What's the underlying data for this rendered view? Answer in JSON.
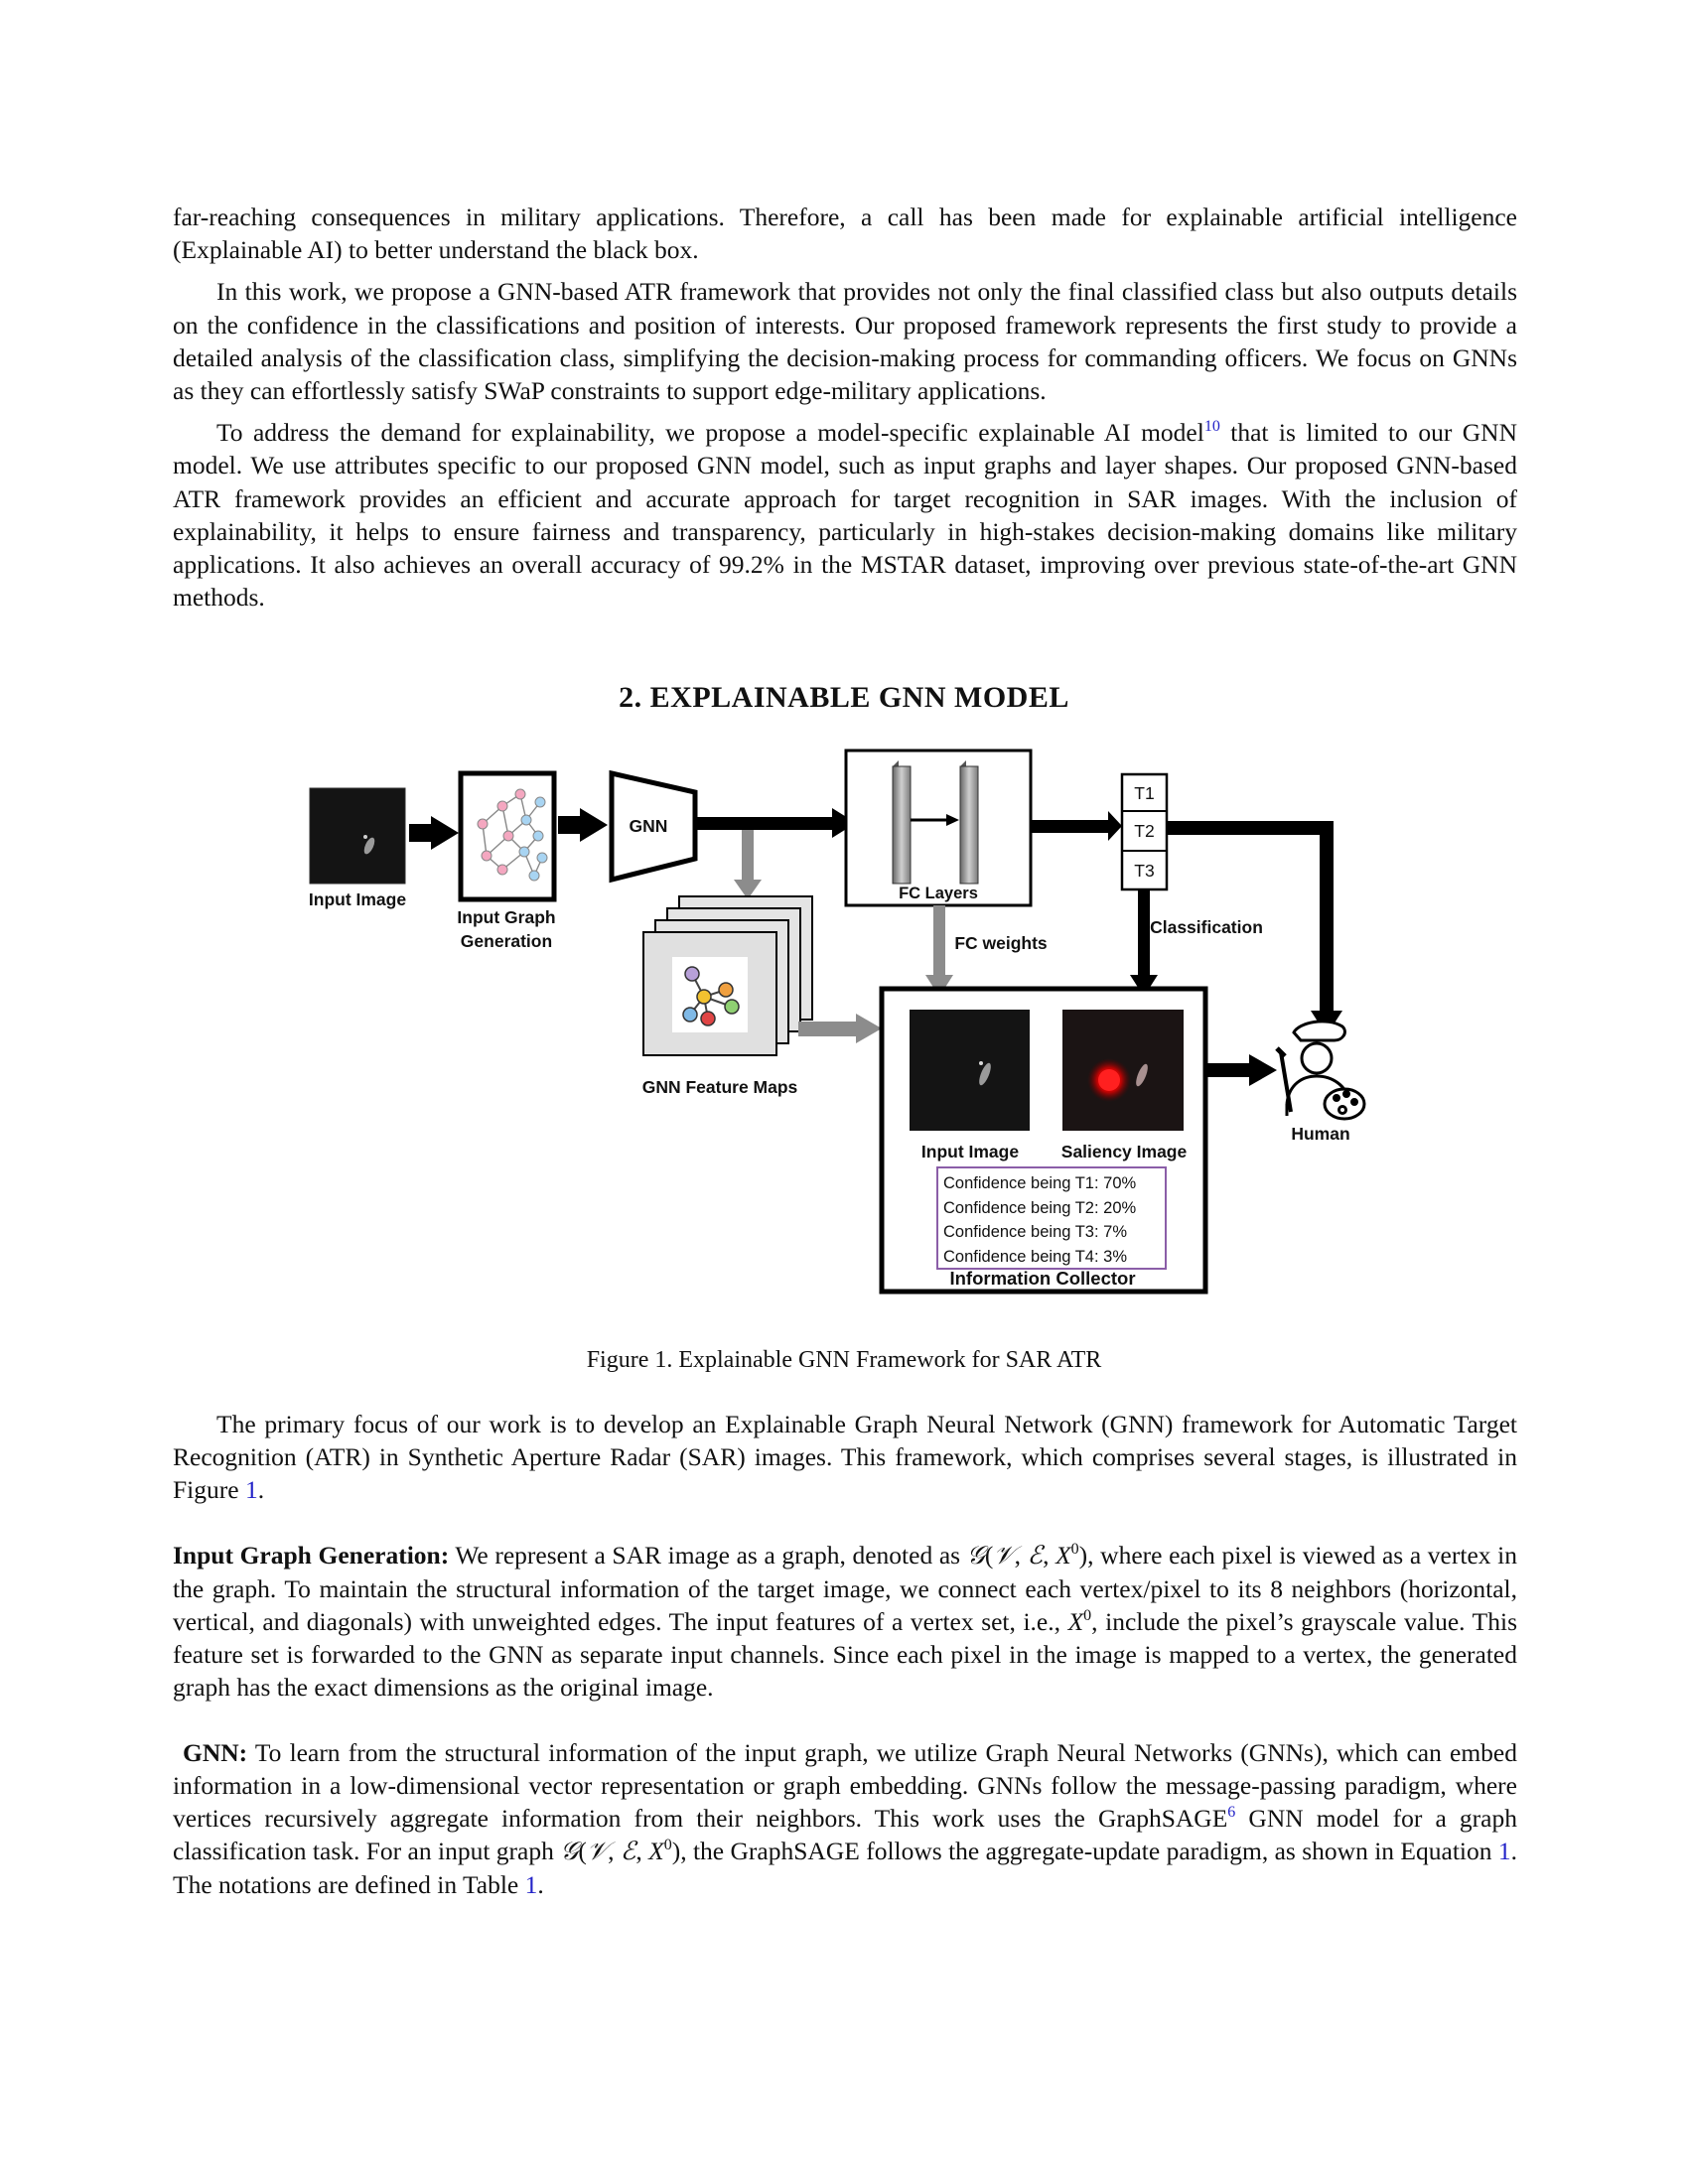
{
  "paragraphs": {
    "p1": "far-reaching consequences in military applications. Therefore, a call has been made for explainable artificial intelligence (Explainable AI) to better understand the black box.",
    "p2": "In this work, we propose a GNN-based ATR framework that provides not only the final classified class but also outputs details on the confidence in the classifications and position of interests. Our proposed framework represents the first study to provide a detailed analysis of the classification class, simplifying the decision-making process for commanding officers. We focus on GNNs as they can effortlessly satisfy SWaP constraints to support edge-military applications.",
    "p3_a": "To address the demand for explainability, we propose a model-specific explainable AI model",
    "p3_ref": "10",
    "p3_b": " that is limited to our GNN model. We use attributes specific to our proposed GNN model, such as input graphs and layer shapes. Our proposed GNN-based ATR framework provides an efficient and accurate approach for target recognition in SAR images. With the inclusion of explainability, it helps to ensure fairness and transparency, particularly in high-stakes decision-making domains like military applications. It also achieves an overall accuracy of 99.2% in the MSTAR dataset, improving over previous state-of-the-art GNN methods.",
    "p4_a": "The primary focus of our work is to develop an Explainable Graph Neural Network (GNN) framework for Automatic Target Recognition (ATR) in Synthetic Aperture Radar (SAR) images. This framework, which comprises several stages, is illustrated in Figure ",
    "p4_ref": "1",
    "p4_b": ".",
    "p5_title": "Input Graph Generation:",
    "p5_a": " We represent a SAR image as a graph, denoted as ",
    "p5_b": ", where each pixel is viewed as a vertex in the graph. To maintain the structural information of the target image, we connect each vertex/pixel to its 8 neighbors (horizontal, vertical, and diagonals) with unweighted edges. The input features of a vertex set, i.e., ",
    "p5_c": ", include the pixel’s grayscale value. This feature set is forwarded to the GNN as separate input channels. Since each pixel in the image is mapped to a vertex, the generated graph has the exact dimensions as the original image.",
    "p6_title": "GNN:",
    "p6_a": " To learn from the structural information of the input graph, we utilize Graph Neural Networks (GNNs), which can embed information in a low-dimensional vector representation or graph embedding. GNNs follow the message-passing paradigm, where vertices recursively aggregate information from their neighbors. This work uses the GraphSAGE",
    "p6_ref": "6",
    "p6_b": " GNN model for a graph classification task. For an input graph ",
    "p6_c": ", the GraphSAGE follows the aggregate-update paradigm, as shown in Equation ",
    "p6_ref2": "1",
    "p6_d": ". The notations are defined in Table ",
    "p6_ref3": "1",
    "p6_e": "."
  },
  "math": {
    "graph_G": "𝒢",
    "graph_open": "(",
    "graph_V": "𝒱",
    "comma": ", ",
    "graph_E": "ℰ",
    "graph_X": "X",
    "sup_0": "0",
    "graph_close": ")"
  },
  "section_heading": "2. EXPLAINABLE GNN MODEL",
  "figure": {
    "caption": "Figure 1.   Explainable GNN Framework for SAR ATR",
    "labels": {
      "input_image": "Input Image",
      "input_graph_line1": "Input Graph",
      "input_graph_line2": "Generation",
      "gnn": "GNN",
      "fc_layers": "FC Layers",
      "fc_weights": "FC weights",
      "t1": "T1",
      "t2": "T2",
      "t3": "T3",
      "classification": "Classification",
      "gnn_feature_maps": "GNN Feature Maps",
      "collector_input_image": "Input Image",
      "saliency_image": "Saliency Image",
      "information_collector": "Information Collector",
      "human": "Human"
    },
    "confidence": [
      "Confidence being T1: 70%",
      "Confidence being T2: 20%",
      "Confidence being T3: 7%",
      "Confidence being T4: 3%"
    ]
  }
}
